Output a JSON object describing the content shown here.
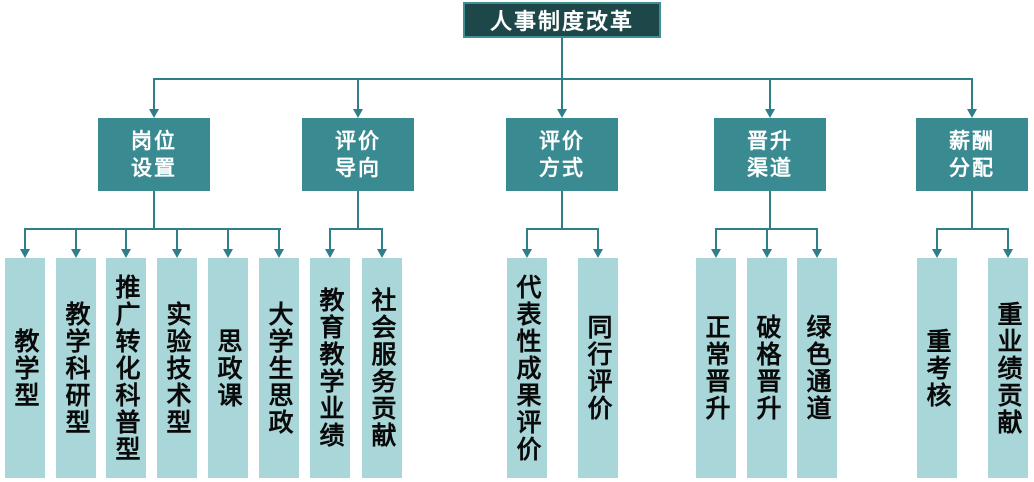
{
  "tree": {
    "root": "人事制度改革",
    "branches": [
      {
        "line1": "岗位",
        "line2": "设置",
        "children": [
          "教学型",
          "教学科研型",
          "推广转化科普型",
          "实验技术型",
          "思政课",
          "大学生思政"
        ]
      },
      {
        "line1": "评价",
        "line2": "导向",
        "children": [
          "教育教学业绩",
          "社会服务贡献"
        ]
      },
      {
        "line1": "评价",
        "line2": "方式",
        "children": [
          "代表性成果评价",
          "同行评价"
        ]
      },
      {
        "line1": "晋升",
        "line2": "渠道",
        "children": [
          "正常晋升",
          "破格晋升",
          "绿色通道"
        ]
      },
      {
        "line1": "薪酬",
        "line2": "分配",
        "children": [
          "重考核",
          "重业绩贡献"
        ]
      }
    ]
  },
  "colors": {
    "root_fill": "#1e4749",
    "root_border": "#3f8f96",
    "branch_fill": "#3a8a92",
    "leaf_fill": "#a9d6d9",
    "line": "#2f7f88",
    "root_text": "#ffffff",
    "branch_text": "#ffffff",
    "leaf_text": "#0a0a0a",
    "background": "#ffffff"
  }
}
